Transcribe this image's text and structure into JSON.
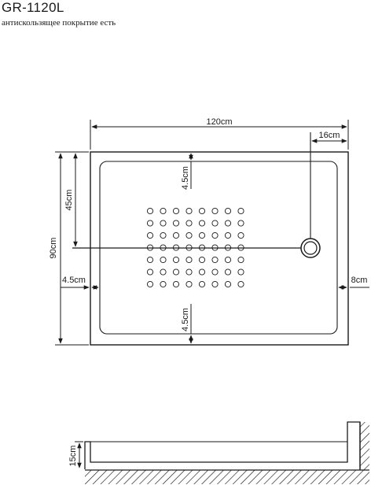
{
  "header": {
    "model": "GR-1120L",
    "note": "антискользящее покрытие есть"
  },
  "plan": {
    "width_label": "120cm",
    "drain_offset_label": "16cm",
    "height_label": "90cm",
    "drain_height_label": "45cm",
    "top_margin_label": "4.5cm",
    "bottom_margin_label": "4.5cm",
    "left_margin_label": "4.5cm",
    "right_margin_label": "8cm",
    "anti_slip_dots": {
      "columns": 8,
      "rows": 7
    }
  },
  "profile": {
    "height_label": "15cm"
  }
}
